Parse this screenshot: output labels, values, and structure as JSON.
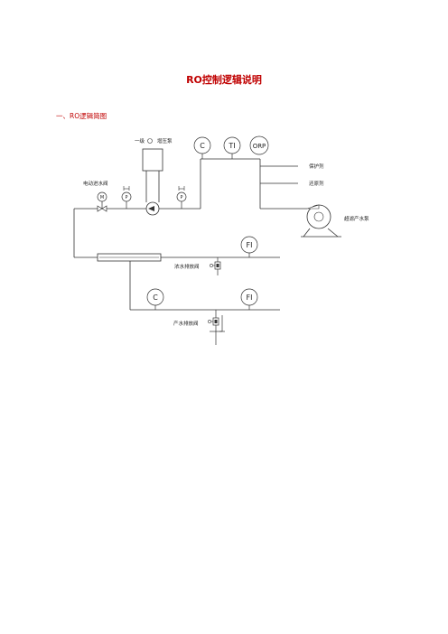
{
  "document": {
    "title": "RO控制逻辑说明",
    "section_heading": "一、RO逻辑简图"
  },
  "diagram": {
    "labels": {
      "valve_top": "一级",
      "booster_pump": "增压泵",
      "electric_inlet_valve": "电动进水阀",
      "dosing_1": "保护剂",
      "dosing_2": "还原剂",
      "product_pump": "超滤产水泵",
      "concentrate_drain_valve": "浓水排放阀",
      "permeate_drain_valve": "产水排放阀"
    },
    "instruments": {
      "c_top": "C",
      "ti": "TI",
      "orp": "ORP",
      "m": "M",
      "p_left": "P",
      "p_mid": "P",
      "fi_concentrate": "FI",
      "c_permeate": "C",
      "fi_permeate": "FI"
    }
  }
}
